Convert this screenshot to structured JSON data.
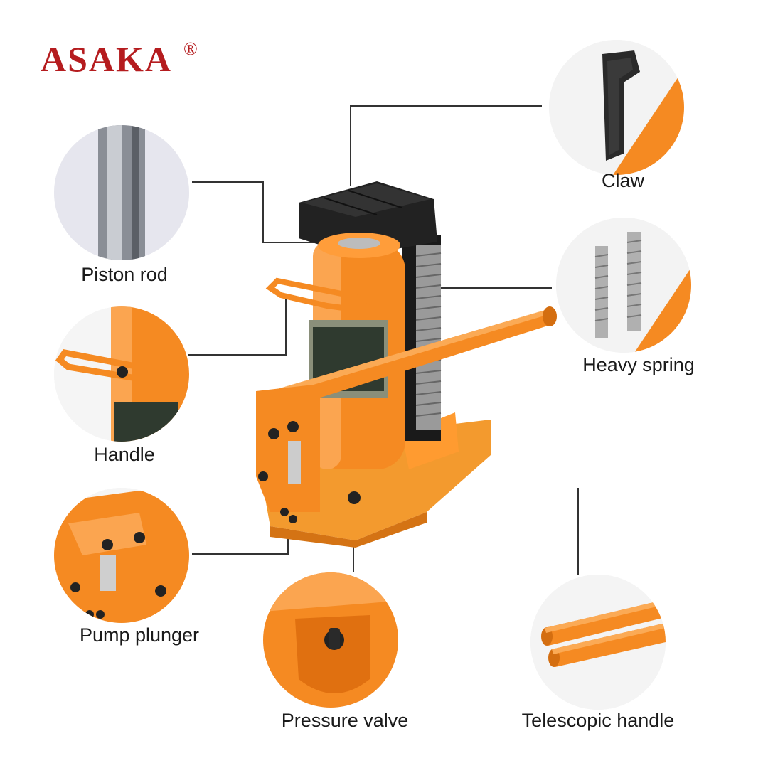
{
  "brand": {
    "name": "ASAKA",
    "registered": "®",
    "color": "#b51c1f"
  },
  "accent_color": "#f5821f",
  "parts": {
    "claw": "Claw",
    "piston_rod": "Piston rod",
    "heavy_spring": "Heavy spring",
    "handle": "Handle",
    "pump_plunger": "Pump plunger",
    "pressure_valve": "Pressure valve",
    "telescopic_handle": "Telescopic handle"
  }
}
